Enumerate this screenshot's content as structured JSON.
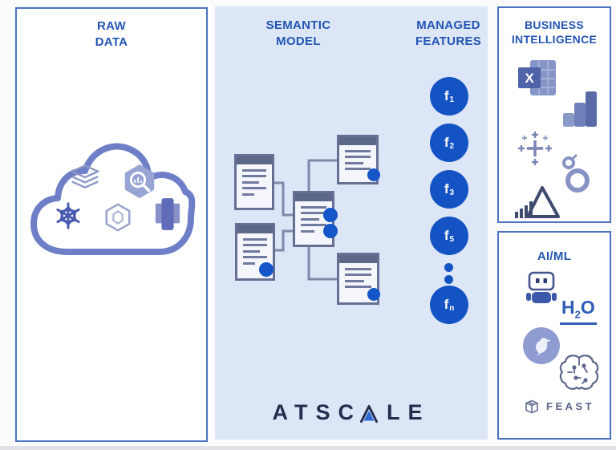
{
  "colors": {
    "panel_border": "#4a72c0",
    "title_blue": "#2355b4",
    "middle_bg": "#dce6f7",
    "doc_slate": "#667095",
    "node_dot_blue": "#1556c8",
    "feature_circle_blue": "#1453c4",
    "logo_navy": "#222e4e",
    "logo_triangle_blue": "#2d6ad4",
    "cloud_periwinkle": "#6e7fc8"
  },
  "raw_data": {
    "title": [
      "RAW",
      "DATA"
    ],
    "cloud_icons": [
      "layers-icon",
      "bigquery-icon",
      "snowflake-icon",
      "hexagon-db-icon",
      "redshift-icon"
    ]
  },
  "semantic_model": {
    "title": [
      "SEMANTIC",
      "MODEL"
    ],
    "documents": 5,
    "connection_dots": 5
  },
  "managed_features": {
    "title": [
      "MANAGED",
      "FEATURES"
    ],
    "items": [
      {
        "base": "f",
        "sub": "1"
      },
      {
        "base": "f",
        "sub": "2"
      },
      {
        "base": "f",
        "sub": "3"
      },
      {
        "base": "f",
        "sub": "5"
      },
      {
        "base": "f",
        "sub": "n"
      }
    ],
    "ellipsis_between": "3-4"
  },
  "business_intelligence": {
    "title": [
      "BUSINESS",
      "INTELLIGENCE"
    ],
    "icons": [
      "excel-icon",
      "powerbi-icon",
      "tableau-icon",
      "looker-icon",
      "pyramid-analytics-icon"
    ],
    "excel_letter": "X"
  },
  "ai_ml": {
    "title": "AI/ML",
    "icons": [
      "robot-icon",
      "h2o-logo",
      "dataiku-bird-icon",
      "brain-circuit-icon",
      "feast-logo"
    ],
    "h2o": {
      "h": "H",
      "sub": "2",
      "o": "O"
    },
    "feast": "FEAST"
  },
  "logo": {
    "left": "ATSC",
    "right": "LE"
  }
}
